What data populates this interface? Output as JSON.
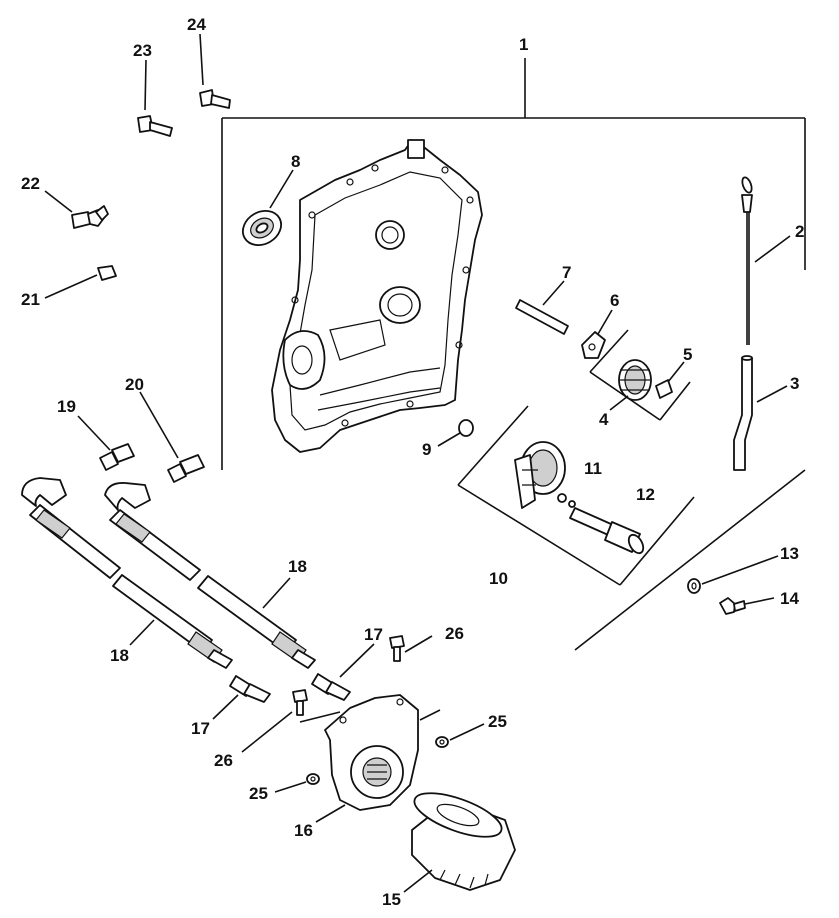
{
  "callouts": {
    "c1": "1",
    "c2": "2",
    "c3": "3",
    "c4": "4",
    "c5": "5",
    "c6": "6",
    "c7": "7",
    "c8": "8",
    "c9": "9",
    "c10": "10",
    "c11": "11",
    "c12": "12",
    "c13": "13",
    "c14": "14",
    "c15": "15",
    "c16": "16",
    "c17a": "17",
    "c17b": "17",
    "c18a": "18",
    "c18b": "18",
    "c19": "19",
    "c20": "20",
    "c21": "21",
    "c22": "22",
    "c23": "23",
    "c24": "24",
    "c25a": "25",
    "c25b": "25",
    "c26a": "26",
    "c26b": "26"
  }
}
